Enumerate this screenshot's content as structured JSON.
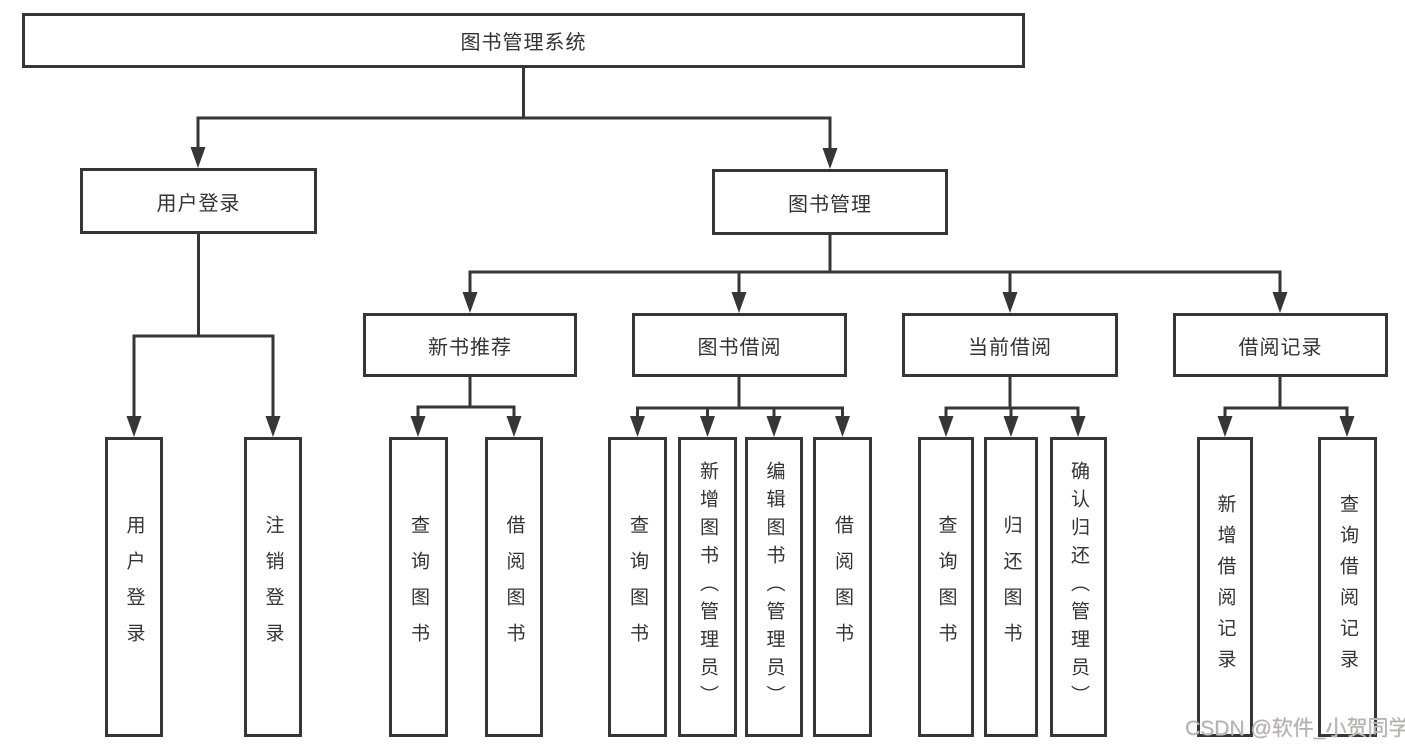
{
  "tree": {
    "root": {
      "label": "图书管理系统"
    },
    "branches": [
      {
        "label": "用户登录",
        "children": [
          {
            "label": "用户登录"
          },
          {
            "label": "注销登录"
          }
        ]
      },
      {
        "label": "图书管理",
        "children": [
          {
            "label": "新书推荐",
            "children": [
              {
                "label": "查询图书"
              },
              {
                "label": "借阅图书"
              }
            ]
          },
          {
            "label": "图书借阅",
            "children": [
              {
                "label": "查询图书"
              },
              {
                "label": "新增图书（管理员）"
              },
              {
                "label": "编辑图书（管理员）"
              },
              {
                "label": "借阅图书"
              }
            ]
          },
          {
            "label": "当前借阅",
            "children": [
              {
                "label": "查询图书"
              },
              {
                "label": "归还图书"
              },
              {
                "label": "确认归还（管理员）"
              }
            ]
          },
          {
            "label": "借阅记录",
            "children": [
              {
                "label": "新增借阅记录"
              },
              {
                "label": "查询借阅记录"
              }
            ]
          }
        ]
      }
    ]
  },
  "watermark": "CSDN @软件_小贺同学",
  "colors": {
    "line": "#363636",
    "text": "#333333",
    "watermark": "#b3b3b3",
    "background": "#ffffff"
  }
}
